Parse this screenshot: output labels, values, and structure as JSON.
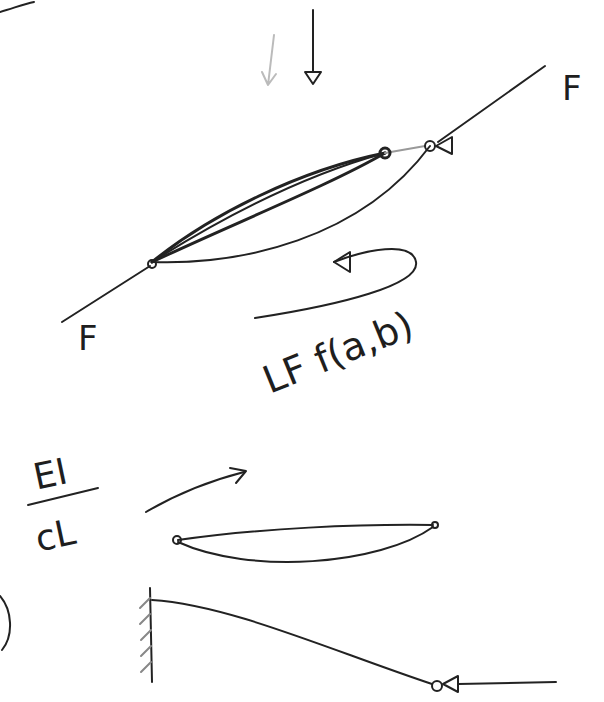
{
  "diagram": {
    "labels": [
      "F",
      "F",
      "LF f(a,b)",
      "EI",
      "cL"
    ]
  }
}
